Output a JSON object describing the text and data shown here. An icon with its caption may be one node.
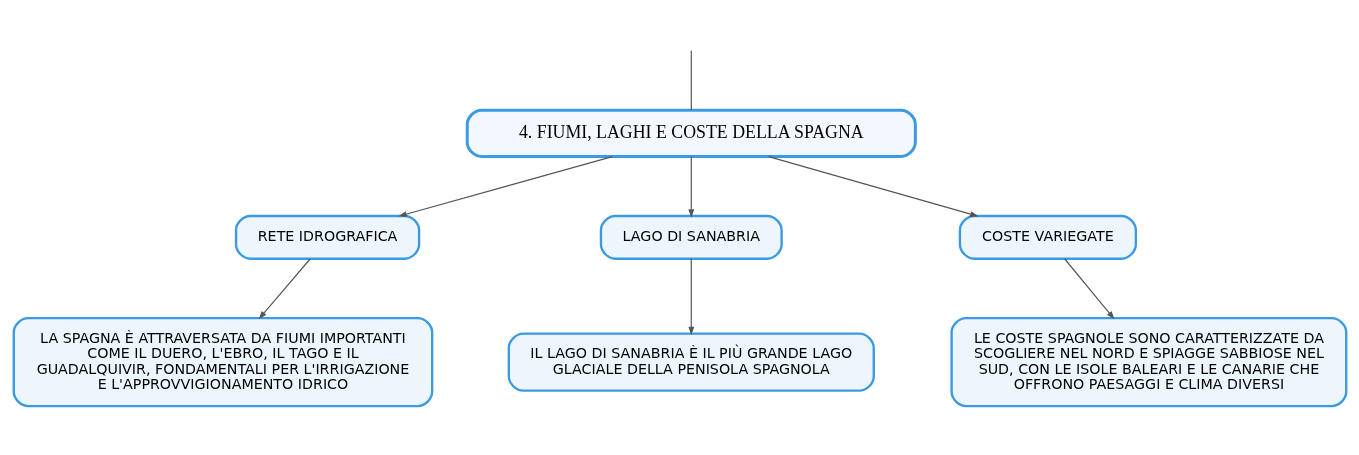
{
  "diagram": {
    "nodes": [
      {
        "text": [
          "4. FIUMI, LAGHI E COSTE DELLA SPAGNA"
        ]
      },
      {
        "text": [
          "RETE IDROGRAFICA"
        ]
      },
      {
        "text": [
          "LAGO DI SANABRIA"
        ]
      },
      {
        "text": [
          "COSTE VARIEGATE"
        ]
      },
      {
        "text": [
          "LA SPAGNA È ATTRAVERSATA DA FIUMI IMPORTANTI COME IL DUERO, L'EBRO, IL TAGO E IL GUADALQUIVIR, FONDAMENTALI PER L'IRRIGAZIONE E L'APPROVVIGIONAMENTO IDRICO"
        ]
      },
      {
        "text": [
          "IL LAGO DI SANABRIA È IL PIÙ GRANDE LAGO GLACIALE DELLA PENISOLA SPAGNOLA"
        ]
      },
      {
        "text": [
          "LE COSTE SPAGNOLE SONO CARATTERIZZATE DA SCOGLIERE NEL NORD E SPIAGGE SABBIOSE NEL SUD, CON LE ISOLE BALEARI E LE CANARIE CHE OFFRONO PAESAGGI E CLIMA DIVERSI"
        ]
      }
    ],
    "edges": [
      {
        "from": null,
        "to": 0,
        "arrow": "none"
      },
      {
        "from": 0,
        "to": 1,
        "arrow": "to"
      },
      {
        "from": 0,
        "to": 2,
        "arrow": "to"
      },
      {
        "from": 0,
        "to": 3,
        "arrow": "to"
      },
      {
        "from": 1,
        "to": 4,
        "arrow": "to"
      },
      {
        "from": 2,
        "to": 5,
        "arrow": "to"
      },
      {
        "from": 3,
        "to": 6,
        "arrow": "to"
      }
    ]
  }
}
